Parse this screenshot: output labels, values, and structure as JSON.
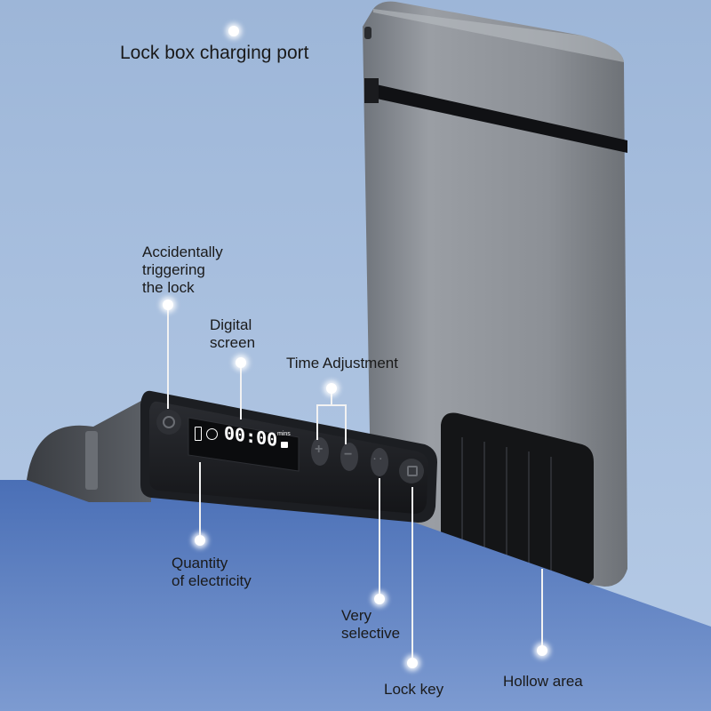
{
  "colors": {
    "background": "#a9c0df",
    "device_body": "#8a8e94",
    "device_dark": "#1c1e22",
    "screen": "#0d0e10",
    "screen_text": "#ffffff",
    "floor": "#3b5fa8"
  },
  "callouts": {
    "charging_port": "Lock box charging port",
    "accidental_trigger": "Accidentally\ntriggering\nthe lock",
    "digital_screen": "Digital\nscreen",
    "time_adjustment": "Time Adjustment",
    "quantity_electricity": "Quantity\nof electricity",
    "very_selective": "Very\nselective",
    "lock_key": "Lock key",
    "hollow_area": "Hollow area"
  },
  "screen": {
    "time": "00:00",
    "unit": "mins"
  },
  "buttons": {
    "plus": "+",
    "minus": "−",
    "select": "· ·"
  },
  "icons": [
    "battery-icon",
    "face-icon",
    "lock-icon",
    "power-icon",
    "unlock-icon"
  ]
}
